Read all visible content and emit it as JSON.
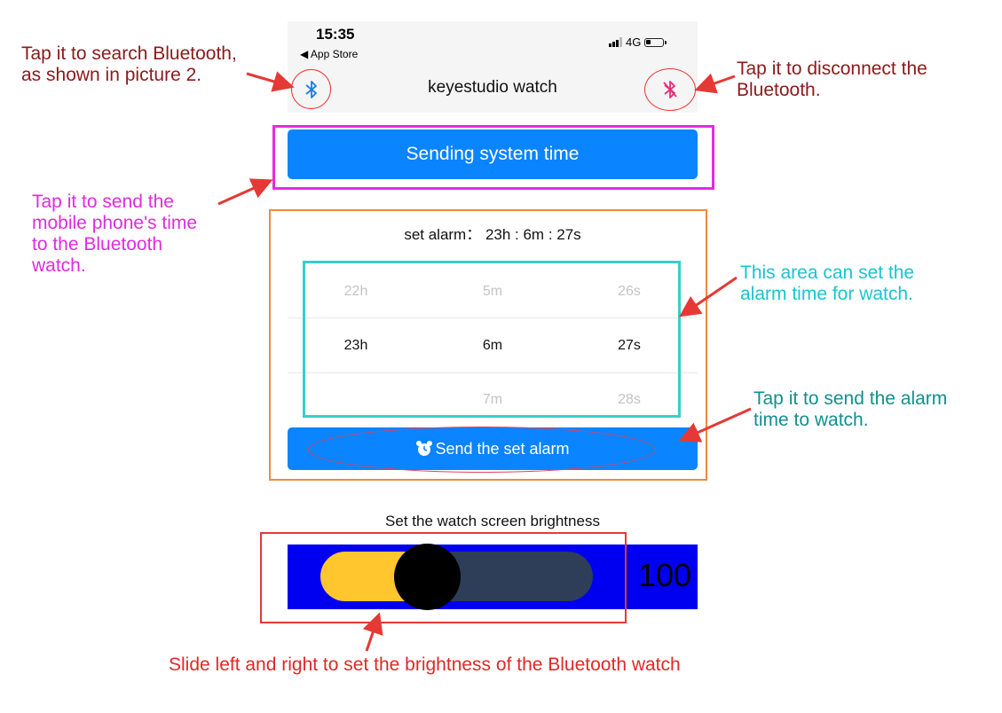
{
  "status_bar": {
    "time": "15:35",
    "back_label": "◀ App Store",
    "network": "4G"
  },
  "app": {
    "title": "keyestudio watch"
  },
  "icons": {
    "bluetooth": "bluetooth-icon",
    "bluetooth_off": "bluetooth-disabled-icon",
    "alarm": "alarm-clock-icon"
  },
  "buttons": {
    "send_time": "Sending system time",
    "send_alarm": "Send the set alarm"
  },
  "alarm": {
    "label": "set alarm： 23h : 6m : 27s"
  },
  "picker": {
    "rows": [
      {
        "h": "22h",
        "m": "5m",
        "s": "26s"
      },
      {
        "h": "23h",
        "m": "6m",
        "s": "27s"
      },
      {
        "h": "",
        "m": "7m",
        "s": "28s"
      }
    ]
  },
  "brightness": {
    "label": "Set the watch screen brightness",
    "value": "100",
    "slider_fraction": 0.4
  },
  "annotations": {
    "search_bt": [
      "Tap it to search Bluetooth,",
      "as shown in picture 2."
    ],
    "disconnect_bt": [
      "Tap it to disconnect the",
      "Bluetooth."
    ],
    "send_time": [
      "Tap it to send the",
      "mobile phone's time",
      "to the Bluetooth",
      "watch."
    ],
    "alarm_area": [
      "This area can set the",
      "alarm time for watch."
    ],
    "send_alarm": [
      "Tap it to send the alarm",
      "time to watch."
    ],
    "slide": "Slide left and right to set the brightness of the Bluetooth watch"
  },
  "colors": {
    "accent_blue": "#0a84ff",
    "slider_bg": "#0000f0",
    "slider_fill": "#ffc62e",
    "slider_track": "#2e3d58",
    "magenta_box": "#e52be0",
    "orange_box": "#f08a3c",
    "cyan_box": "#36cfc9",
    "red_box": "#e53935"
  }
}
